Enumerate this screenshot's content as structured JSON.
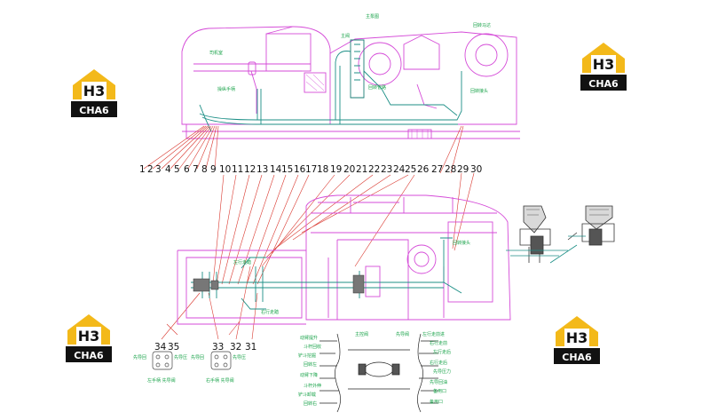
{
  "brand": {
    "mark": "H3",
    "wordmark": "CHA6",
    "color_yellow": "#f3b91a",
    "color_black": "#111111"
  },
  "colors": {
    "machine_outline": "#d54bd8",
    "hose": "#1c8f86",
    "callout_line": "#d9372e",
    "label_green": "#1aa34a",
    "number_text": "#111111"
  },
  "callouts_top": [
    "1",
    "2",
    "3",
    "4",
    "5",
    "6",
    "7",
    "8",
    "9",
    "10",
    "11",
    "12",
    "13",
    "14",
    "15",
    "16",
    "17",
    "18",
    "19",
    "20",
    "21",
    "22",
    "23",
    "24",
    "25",
    "26"
  ],
  "callouts_top_right": [
    "27",
    "28",
    "29",
    "30"
  ],
  "callouts_bottom": [
    "34",
    "35",
    "33",
    "32",
    "31"
  ]
}
